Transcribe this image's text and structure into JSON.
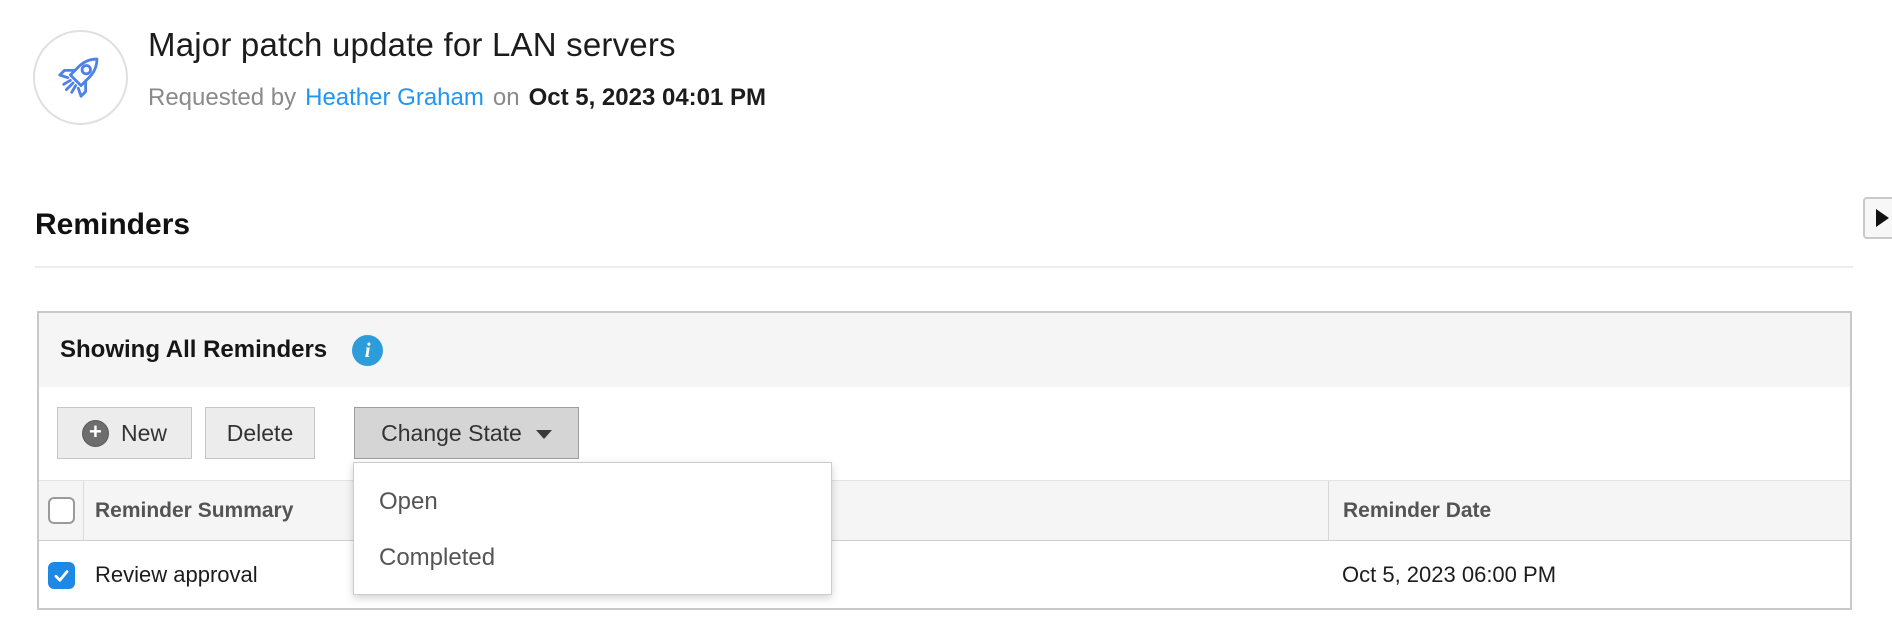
{
  "header": {
    "title": "Major patch update for LAN servers",
    "requested_by_label": "Requested by",
    "requester_name": "Heather Graham",
    "on_label": "on",
    "requested_datetime": "Oct 5, 2023 04:01 PM",
    "avatar_icon": "rocket-icon"
  },
  "section": {
    "title": "Reminders",
    "expand_icon": "right-arrow-icon"
  },
  "panel": {
    "title": "Showing All Reminders",
    "info_icon": "info-icon",
    "toolbar": {
      "new_label": "New",
      "delete_label": "Delete",
      "change_state_label": "Change State"
    },
    "dropdown": {
      "items": [
        "Open",
        "Completed"
      ]
    },
    "table": {
      "columns": [
        "Reminder Summary",
        "Reminder Date"
      ],
      "rows": [
        {
          "selected": true,
          "summary": "Review approval",
          "reminder_date": "Oct 5, 2023 06:00 PM"
        }
      ]
    }
  },
  "colors": {
    "link_blue": "#2196F3",
    "info_blue": "#2D9CDB",
    "checkbox_blue": "#1E88E5",
    "rocket_blue": "#4F82E8"
  }
}
